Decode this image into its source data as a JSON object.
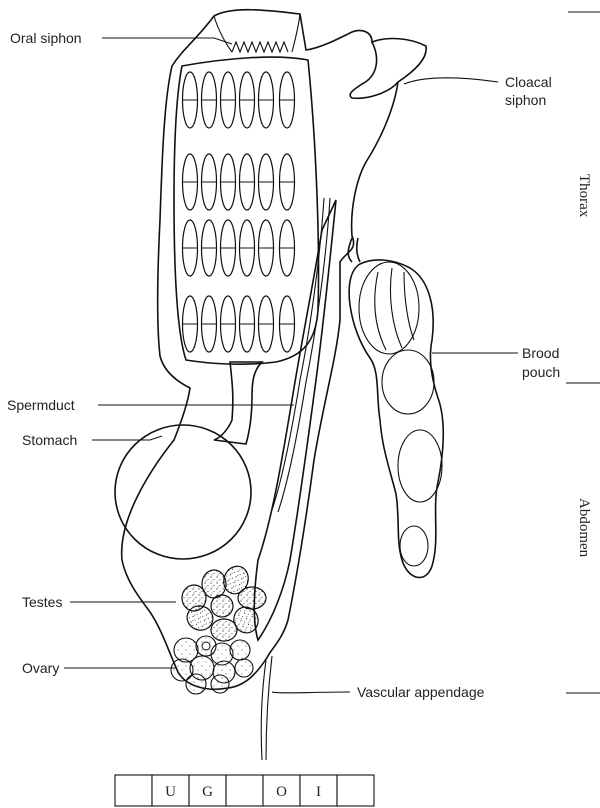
{
  "labels": {
    "oral_siphon": "Oral siphon",
    "cloacal_siphon_line1": "Cloacal",
    "cloacal_siphon_line2": "siphon",
    "brood_pouch_line1": "Brood",
    "brood_pouch_line2": "pouch",
    "spermduct": "Spermduct",
    "stomach": "Stomach",
    "testes": "Testes",
    "ovary": "Ovary",
    "vascular_appendage": "Vascular appendage"
  },
  "regions": {
    "thorax": "Thorax",
    "abdomen": "Abdomen"
  },
  "answer_boxes": [
    "",
    "U",
    "G",
    "",
    "O",
    "I",
    ""
  ],
  "colors": {
    "ink": "#111111",
    "paper": "#ffffff"
  }
}
